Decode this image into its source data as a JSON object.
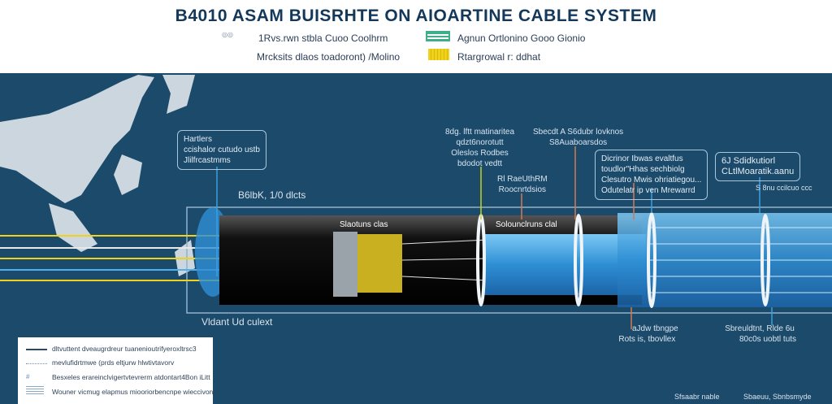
{
  "header": {
    "title": "B4010 ASAM BUISRHTE ON AIOARTINE CABLE SYSTEM",
    "legend_left": [
      {
        "icon": "cable-cross-section-icon",
        "label": "1Rvs.rwn stbla Cuoo Coolhrm"
      },
      {
        "icon": "none",
        "label": "Mrcksits dlaos toadoront) /Molino"
      }
    ],
    "legend_right": [
      {
        "icon": "green-stripes-icon",
        "label": "Agnun Ortlonino Gooo Gionio"
      },
      {
        "icon": "yellow-fiber-icon",
        "label": "Rtargrowal r: ddhat"
      }
    ]
  },
  "labels": {
    "map_callout": [
      "Hartlers",
      "ccishalor cutudo ustb",
      "Jlilfrcastmms"
    ],
    "section_label": "B6lbK, 1/0 dlcts",
    "sheath_label": "Slaotuns clas",
    "core_label": "Solounclruns clal",
    "bottom_left": "Vldant Ud culext",
    "top1": [
      "8dg. lftt matinaritea",
      "qdzt6norotutt",
      "Oleslos Rodbes",
      "bdodot vedtt"
    ],
    "top2": [
      "Rl RaeUthRM",
      "Roocnrtdsios"
    ],
    "top3": [
      "Sbecdt A S6dubr lovknos",
      "S8Auaboarsdos"
    ],
    "callout3": [
      "Dicrinor Ibwas evaltfus",
      "toudlor\"Hhas sechbiolg",
      "Clesutro Mwis ohriatiegou...",
      "Odutelatr ip ven Mrewarrd"
    ],
    "callout4": [
      "6J Sdidkutiorl",
      "CLtlMoaratik.aanu"
    ],
    "right_small": "S 8nu ccilcuo ccc",
    "bottom1": [
      "aJdw tbngpe",
      "Rots is, tbovllex"
    ],
    "bottom2": [
      "Sbreuldtnt, Rlde 6u",
      "80c0s uobtl tuts"
    ],
    "footer": [
      "Sfsaabr nable",
      "Sbaeuu, Sbnbsmyde"
    ]
  },
  "legend": [
    {
      "icon": "line-icon",
      "text": "dltvuttent dveaugrdreur tuanenioutrifyeroxltrsc3"
    },
    {
      "icon": "small-text-icon",
      "text": "mevlufidrtmwe (prds eltjurw hlwtivtavorv"
    },
    {
      "icon": "number-icon",
      "text": "Besxeles erareinclvigertvtevrerm atdontart4Bon iLitt"
    },
    {
      "icon": "block-icon",
      "text": "Wouner vicmug elapmus miooriorbencnpe wieccivonin"
    }
  ],
  "colors": {
    "background": "#1c4a6b",
    "title": "#13385a",
    "cable_blue": "#3aa0e0",
    "fiber_yellow": "#f1d21a",
    "green": "#3fae8a"
  }
}
